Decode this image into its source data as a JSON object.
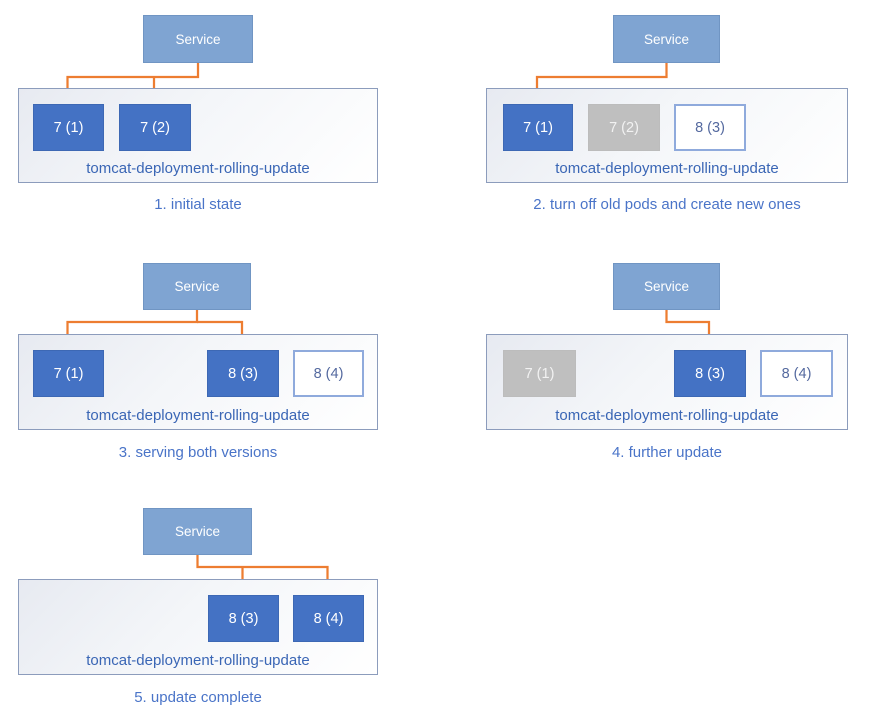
{
  "diagram_title": "tomcat deployment rolling update flow",
  "colors": {
    "service_fill": "#7FA4D2",
    "pod_active_fill": "#4472C4",
    "pod_terminated_fill": "#BFBFBF",
    "pod_pending_border": "#8FAADC",
    "arrow": "#ED7D31",
    "deployment_label_text": "#3A66B5",
    "caption_text": "#4A74C8"
  },
  "panels": [
    {
      "caption": "1. initial state",
      "service_label": "Service",
      "deployment_label": "tomcat-deployment-rolling-update",
      "pods": [
        {
          "label": "7 (1)",
          "state": "active"
        },
        {
          "label": "7 (2)",
          "state": "active"
        }
      ]
    },
    {
      "caption": "2. turn off old pods and create new ones",
      "service_label": "Service",
      "deployment_label": "tomcat-deployment-rolling-update",
      "pods": [
        {
          "label": "7 (1)",
          "state": "active"
        },
        {
          "label": "7 (2)",
          "state": "terminated"
        },
        {
          "label": "8 (3)",
          "state": "pending"
        }
      ]
    },
    {
      "caption": "3. serving both versions",
      "service_label": "Service",
      "deployment_label": "tomcat-deployment-rolling-update",
      "pods": [
        {
          "label": "7 (1)",
          "state": "active"
        },
        {
          "label": "8 (3)",
          "state": "active"
        },
        {
          "label": "8 (4)",
          "state": "pending"
        }
      ]
    },
    {
      "caption": "4. further update",
      "service_label": "Service",
      "deployment_label": "tomcat-deployment-rolling-update",
      "pods": [
        {
          "label": "7 (1)",
          "state": "terminated"
        },
        {
          "label": "8 (3)",
          "state": "active"
        },
        {
          "label": "8 (4)",
          "state": "pending"
        }
      ]
    },
    {
      "caption": "5. update complete",
      "service_label": "Service",
      "deployment_label": "tomcat-deployment-rolling-update",
      "pods": [
        {
          "label": "8 (3)",
          "state": "active"
        },
        {
          "label": "8 (4)",
          "state": "active"
        }
      ]
    }
  ]
}
